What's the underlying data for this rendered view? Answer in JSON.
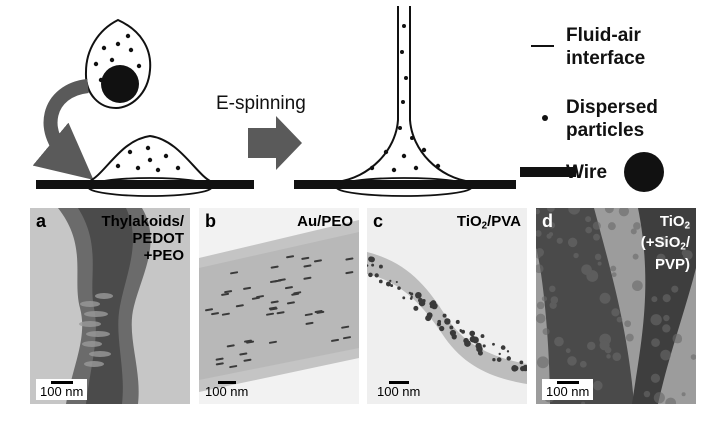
{
  "schematic": {
    "process_label": "E-spinning",
    "legend": [
      {
        "symbol": "line",
        "label": "Fluid-air interface"
      },
      {
        "symbol": "dot",
        "label": "Dispersed particles"
      },
      {
        "symbol": "wire",
        "label": "Wire"
      }
    ]
  },
  "panels": [
    {
      "letter": "a",
      "title": "Thylakoids/ PEDOT +PEO",
      "scale": "100 nm"
    },
    {
      "letter": "b",
      "title": "Au/PEO",
      "scale": "100 nm"
    },
    {
      "letter": "c",
      "title_main": "TiO",
      "title_sub": "2",
      "title_rest": "/PVA",
      "scale": "100 nm"
    },
    {
      "letter": "d",
      "title_l1": "TiO",
      "title_l1_sub": "2",
      "title_l2": "(+SiO",
      "title_l2_sub": "2",
      "title_l2_end": "/",
      "title_l3": "PVP)",
      "scale": "100 nm"
    }
  ],
  "colors": {
    "ink": "#111111",
    "arrow": "#5a5a5a",
    "tem_light": "#c9c9c9",
    "tem_dark": "#3a3a3a"
  }
}
